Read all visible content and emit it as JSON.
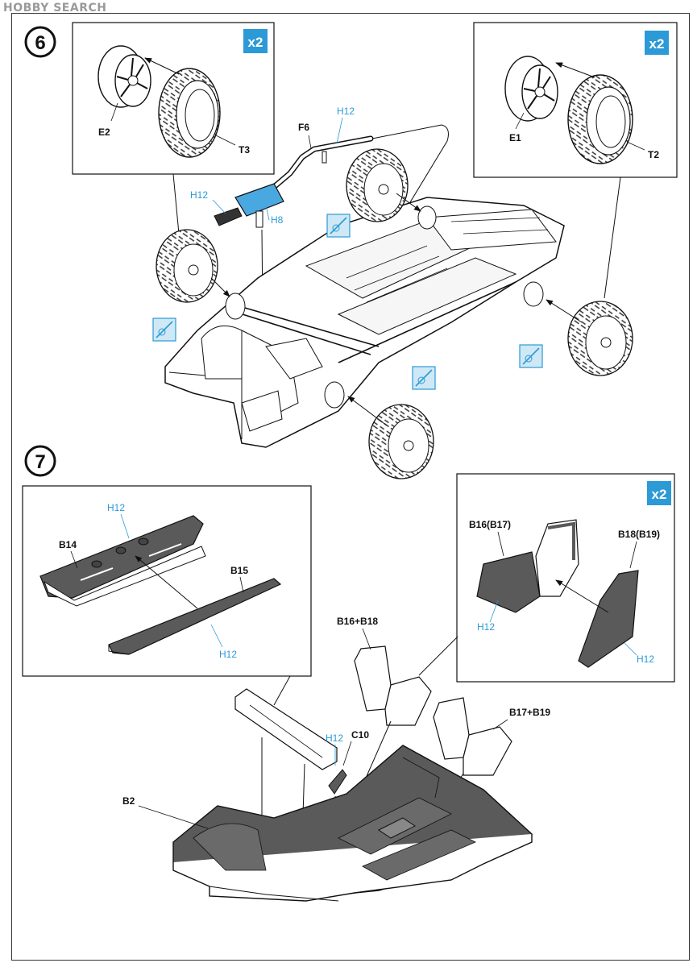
{
  "watermark": "HOBBY SEARCH",
  "colors": {
    "accent_blue": "#2b9ad6",
    "part_grey": "#5a5a5a",
    "paint_blue": "#4aa8e0"
  },
  "step6": {
    "number": "6",
    "left_box": {
      "multiplier": "x2",
      "wheel": "E2",
      "tire": "T3"
    },
    "right_box": {
      "multiplier": "x2",
      "wheel": "E1",
      "tire": "T2"
    },
    "exhaust": {
      "pipe": "F6",
      "pipe_color": "H12",
      "muffler_color_a": "H12",
      "muffler_color_b": "H8"
    }
  },
  "step7": {
    "number": "7",
    "bumper_box": {
      "part_a": "B14",
      "part_a_color": "H12",
      "part_b": "B15",
      "part_b_color": "H12"
    },
    "seat_box": {
      "multiplier": "x2",
      "seat_a": "B16(B17)",
      "seat_a_color": "H12",
      "seat_b": "B18(B19)",
      "seat_b_color": "H12"
    },
    "floor": "B2",
    "lever": "C10",
    "lever_color": "H12",
    "seat_front": "B16+B18",
    "seat_rear": "B17+B19"
  }
}
